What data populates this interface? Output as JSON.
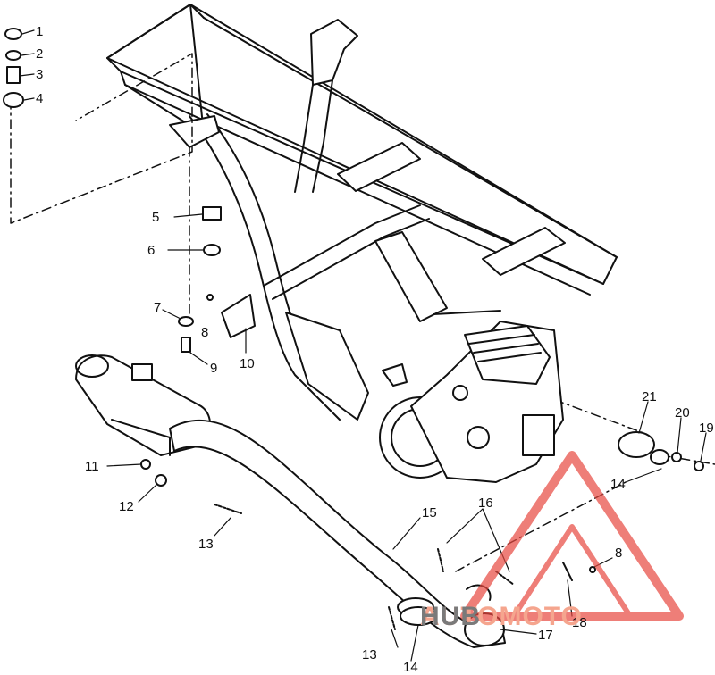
{
  "callouts": [
    "1",
    "2",
    "3",
    "4",
    "5",
    "6",
    "7",
    "8",
    "9",
    "10",
    "11",
    "12",
    "13",
    "15",
    "16",
    "8",
    "21",
    "20",
    "19",
    "14",
    "17",
    "18",
    "13",
    "14"
  ],
  "watermark": {
    "part1": "AUTOMOTO",
    "part2": "HUB"
  },
  "colors": {
    "ink": "#111111",
    "watermark_red": "#e8483f",
    "watermark_orange": "#f5a58e",
    "watermark_grey": "#7a7a7a"
  }
}
